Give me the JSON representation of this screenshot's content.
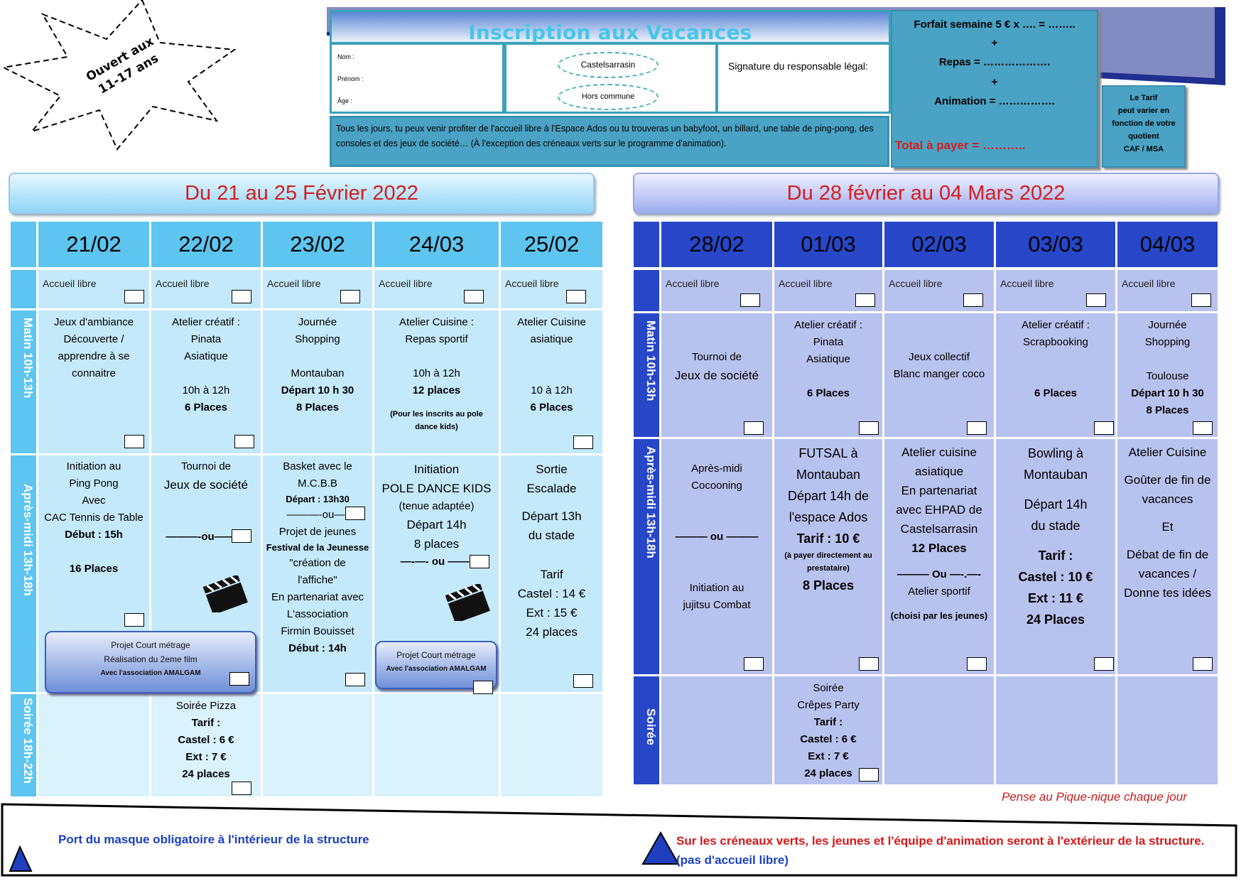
{
  "header": {
    "burst_text": "Ouvert aux 11-17 ans",
    "title": "Inscription aux Vacances",
    "nom_label": "Nom :",
    "prenom_label": "Prénom :",
    "age_label": "Âge :",
    "option_castel": "Castelsarrasin",
    "option_hors": "Hors commune",
    "signature": "Signature du responsable légal:",
    "info": "Tous les jours, tu peux venir profiter de l'accueil libre à l'Espace Ados ou tu trouveras un babyfoot, un billard, une table de ping-pong, des consoles et des jeux de société… (À l'exception des créneaux verts sur le programme d'animation).",
    "forfait_line": "Forfait semaine 5 € x …. = ……..",
    "plus": "+",
    "repas": "Repas = ……………….",
    "animation": "Animation = …………….",
    "total": "Total à payer = ………..",
    "tarif_note": [
      "Le Tarif",
      "peut varier en",
      "fonction de votre",
      "quotient",
      "CAF / MSA"
    ]
  },
  "week1": {
    "banner": "Du 21 au 25 Février 2022",
    "days": [
      "21/02",
      "22/02",
      "23/02",
      "24/03",
      "25/02"
    ],
    "accueil": "Accueil libre",
    "row_labels": [
      "Matin 10h-13h",
      "Après-midi 13h-18h",
      "Soirée 18h-22h"
    ],
    "matin": [
      [
        "Jeux d'ambiance",
        "Découverte /",
        "apprendre à se",
        "connaitre"
      ],
      [
        "Atelier créatif :",
        "Pinata",
        "Asiatique",
        "",
        "10h à 12h",
        "6 Places"
      ],
      [
        "Journée",
        "Shopping",
        "",
        "Montauban",
        "Départ 10 h 30",
        "8 Places"
      ],
      [
        "Atelier Cuisine :",
        "Repas sportif",
        "",
        "10h à 12h",
        "12 places",
        "",
        "(Pour les inscrits au pole",
        "dance kids)"
      ],
      [
        "Atelier Cuisine",
        "asiatique",
        "",
        "",
        "10 à 12h",
        "6 Places"
      ]
    ],
    "aprem": [
      [
        "Initiation au",
        "Ping Pong",
        "Avec",
        "CAC Tennis de Table",
        "Début : 15h",
        "",
        "16 Places"
      ],
      [
        "Tournoi de",
        "Jeux de société",
        "",
        "",
        "———-ou———"
      ],
      [
        "Basket  avec le",
        "M.C.B.B",
        "Départ : 13h30",
        "———-ou—-",
        "Projet de jeunes",
        "Festival de la Jeunesse",
        "\"création de",
        "l'affiche\"",
        "En partenariat avec",
        "L'association",
        "Firmin Bouisset",
        "Début : 14h"
      ],
      [
        "Initiation",
        "POLE DANCE KIDS",
        "(tenue adaptée)",
        "Départ 14h",
        "8 places",
        "—-—- ou ——-"
      ],
      [
        "Sortie",
        "Escalade",
        "",
        "Départ 13h",
        "du stade",
        "",
        "Tarif",
        "Castel : 14 €",
        "Ext : 15 €",
        "24 places"
      ]
    ],
    "projet1": [
      "Projet Court métrage",
      "Réalisation du 2eme film",
      "Avec l'association AMALGAM"
    ],
    "projet2": [
      "Projet Court métrage",
      "Avec l'association AMALGAM"
    ],
    "soiree": [
      "Soirée Pizza",
      "Tarif :",
      "Castel : 6 €",
      "Ext : 7 €",
      "24 places"
    ]
  },
  "week2": {
    "banner": "Du 28 février au 04 Mars  2022",
    "days": [
      "28/02",
      "01/03",
      "02/03",
      "03/03",
      "04/03"
    ],
    "accueil": "Accueil libre",
    "row_labels": [
      "Matin 10h-13h",
      "Après-midi 13h-18h",
      "Soirée"
    ],
    "matin": [
      [
        "Tournoi de",
        "Jeux de société"
      ],
      [
        "Atelier créatif :",
        "Pinata",
        "Asiatique",
        "",
        "6 Places"
      ],
      [
        "Jeux collectif",
        "Blanc manger coco"
      ],
      [
        "Atelier créatif :",
        "Scrapbooking",
        "",
        "",
        "6 Places"
      ],
      [
        "Journée",
        "Shopping",
        "",
        "Toulouse",
        "Départ 10 h 30",
        "8 Places"
      ]
    ],
    "aprem": [
      [
        "Après-midi",
        "Cocooning",
        "",
        "",
        "——— ou ———",
        "",
        "",
        "Initiation au",
        "jujitsu Combat"
      ],
      [
        "FUTSAL à",
        "Montauban",
        "Départ 14h de",
        "l'espace Ados",
        "Tarif : 10 €",
        "(à payer directement au",
        "prestataire)",
        "8 Places"
      ],
      [
        "Atelier cuisine",
        "asiatique",
        "En partenariat",
        "avec EHPAD de",
        "Castelsarrasin",
        "12 Places",
        "",
        "——— Ou —-.—-",
        "Atelier sportif",
        "",
        "(choisi par les jeunes)"
      ],
      [
        "Bowling à",
        "Montauban",
        "",
        "Départ 14h",
        "du stade",
        "",
        "Tarif :",
        "Castel : 10 €",
        "Ext : 11 €",
        "24 Places"
      ],
      [
        "Atelier Cuisine",
        "",
        "Goûter de fin de",
        "vacances",
        "",
        "Et",
        "",
        "Débat de fin de",
        "vacances /",
        "Donne tes idées"
      ]
    ],
    "soiree": [
      "Soirée",
      "Crêpes Party",
      "Tarif :",
      "Castel : 6 €",
      "Ext : 7 €",
      "24 places"
    ]
  },
  "footer": {
    "pense": "Pense au Pique-nique chaque jour",
    "masque": "Port du masque obligatoire à l'intérieur de la structure",
    "creneaux": "Sur les créneaux verts, les jeunes et l'équipe d'animation seront à l'extérieur de la structure.",
    "creneaux_note": " (pas d'accueil libre)"
  }
}
